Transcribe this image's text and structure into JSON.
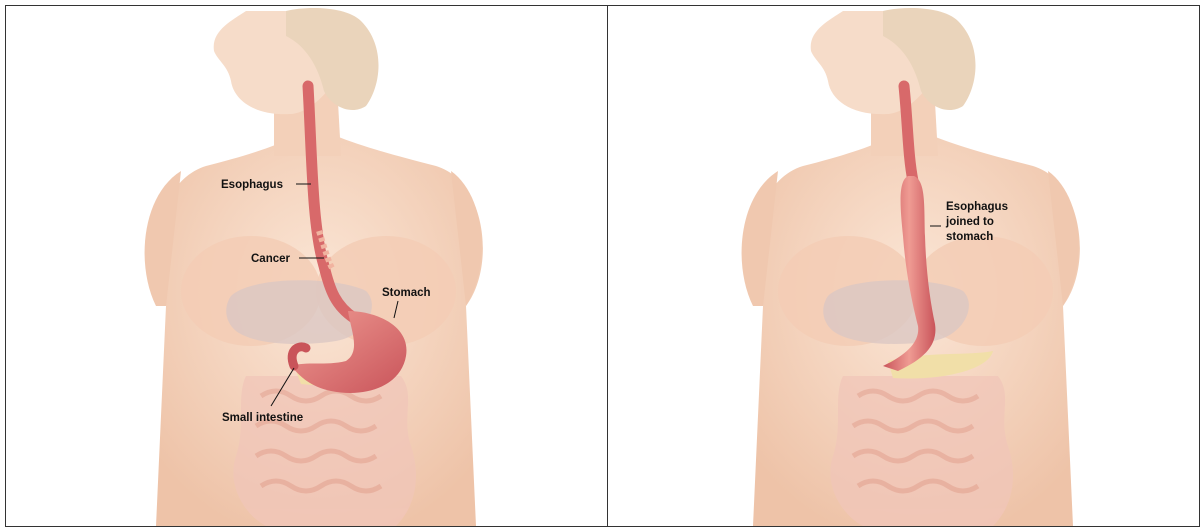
{
  "panels": [
    {
      "id": "before",
      "labels": {
        "esophagus": "Esophagus",
        "cancer": "Cancer",
        "stomach": "Stomach",
        "small_intestine": "Small intestine"
      }
    },
    {
      "id": "after",
      "labels": {
        "joined_line1": "Esophagus",
        "joined_line2": "joined to",
        "joined_line3": "stomach"
      }
    }
  ],
  "colors": {
    "skin": "#f6d9c4",
    "skin_shadow": "#e9bfa6",
    "hair": "#e8d2b8",
    "organ": "#d96b6b",
    "organ_light": "#ee9c94",
    "intestine": "#f1c3b6",
    "liver": "#d8c3c0",
    "pancreas": "#f1dfa8"
  }
}
